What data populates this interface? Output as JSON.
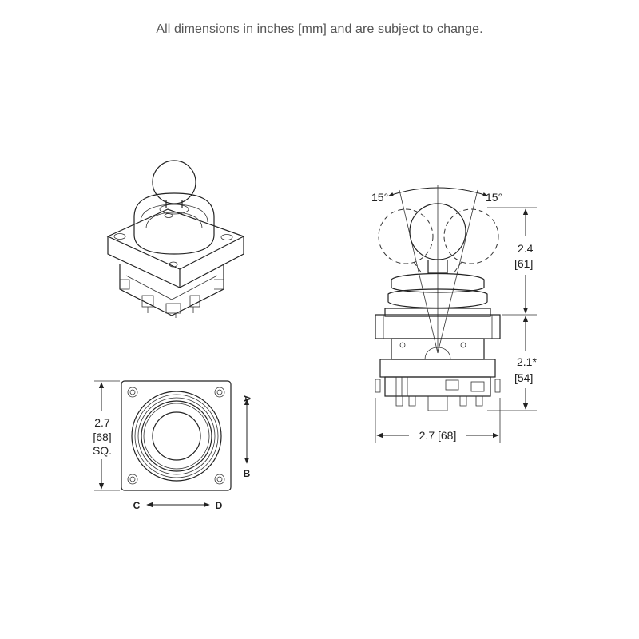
{
  "header": {
    "note": "All dimensions in inches [mm] and are subject to change."
  },
  "side_view": {
    "angle_left": "15°",
    "angle_right": "15°",
    "height_upper_in": "2.4",
    "height_upper_mm": "[61]",
    "height_lower_in": "2.1*",
    "height_lower_mm": "[54]",
    "width": "2.7 [68]"
  },
  "top_view": {
    "size_in": "2.7",
    "size_mm": "[68]",
    "size_suffix": "SQ.",
    "dir_a": "A",
    "dir_b": "B",
    "dir_c": "C",
    "dir_d": "D"
  },
  "colors": {
    "line": "#222222",
    "text": "#555555"
  }
}
